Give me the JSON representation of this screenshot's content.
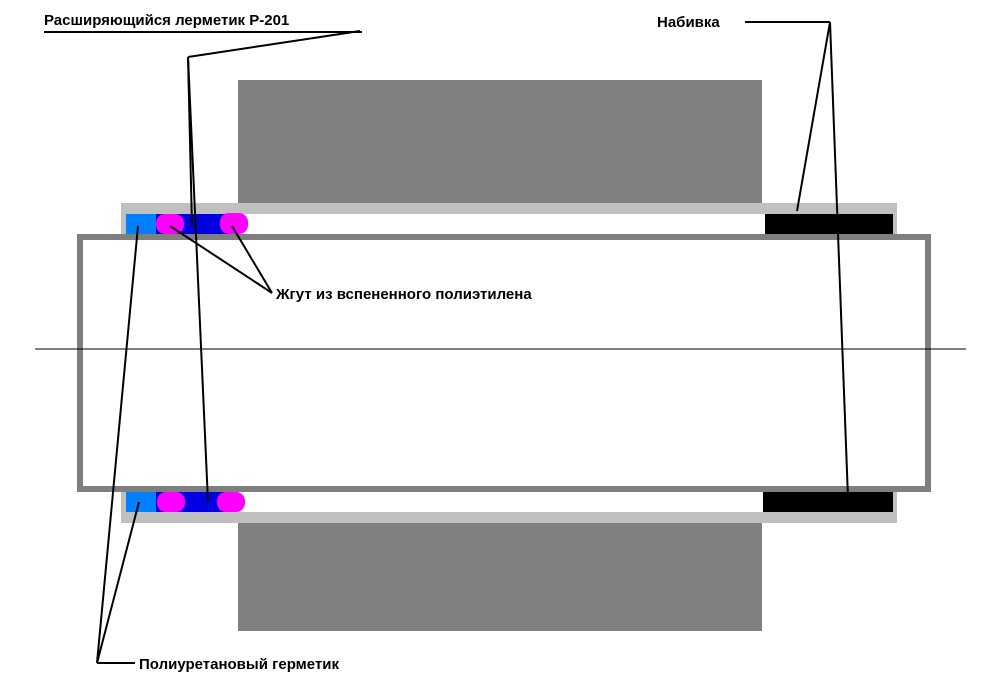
{
  "labels": {
    "expanding_sealant": "Расширяющийся лерметик Р-201",
    "packing": "Набивка",
    "foam_tourniquet": "Жгут из вспененного полиэтилена",
    "polyurethane_sealant": "Полиуретановый герметик"
  },
  "colors": {
    "wall": "#808080",
    "sleeve": "#c0c0c0",
    "pipe_outline": "#7f7f7f",
    "packing": "#000000",
    "polyurethane_sealant": "#0080ff",
    "expanding_sealant": "#0000e0",
    "foam_tourniquet": "#ff00ff",
    "leader_line": "#000000"
  }
}
